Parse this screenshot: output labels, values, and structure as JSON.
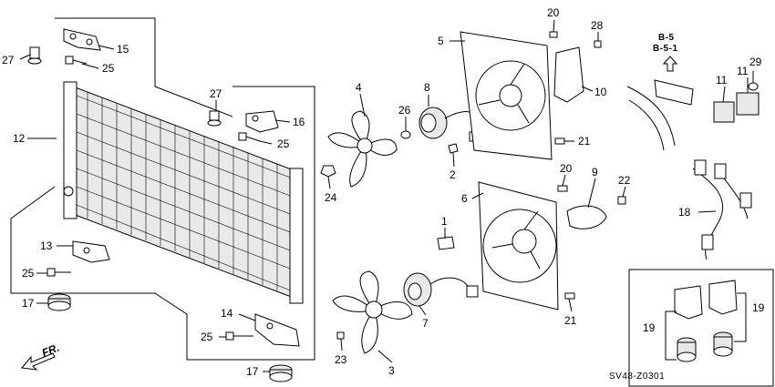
{
  "callouts": {
    "c1": "1",
    "c2": "2",
    "c3": "3",
    "c4": "4",
    "c5": "5",
    "c6": "6",
    "c7": "7",
    "c8": "8",
    "c9": "9",
    "c10": "10",
    "c11a": "11",
    "c11b": "11",
    "c12": "12",
    "c13": "13",
    "c14": "14",
    "c15": "15",
    "c16": "16",
    "c17a": "17",
    "c17b": "17",
    "c18": "18",
    "c19a": "19",
    "c19b": "19",
    "c20a": "20",
    "c20b": "20",
    "c21a": "21",
    "c21b": "21",
    "c22": "22",
    "c23": "23",
    "c24": "24",
    "c25a": "25",
    "c25b": "25",
    "c25c": "25",
    "c25d": "25",
    "c26": "26",
    "c27a": "27",
    "c27b": "27",
    "c28": "28",
    "c29": "29"
  },
  "ref_codes": {
    "line1": "B-5",
    "line2": "B-5-1"
  },
  "front_label": "FR.",
  "diagram_code": "SV48-Z0301"
}
